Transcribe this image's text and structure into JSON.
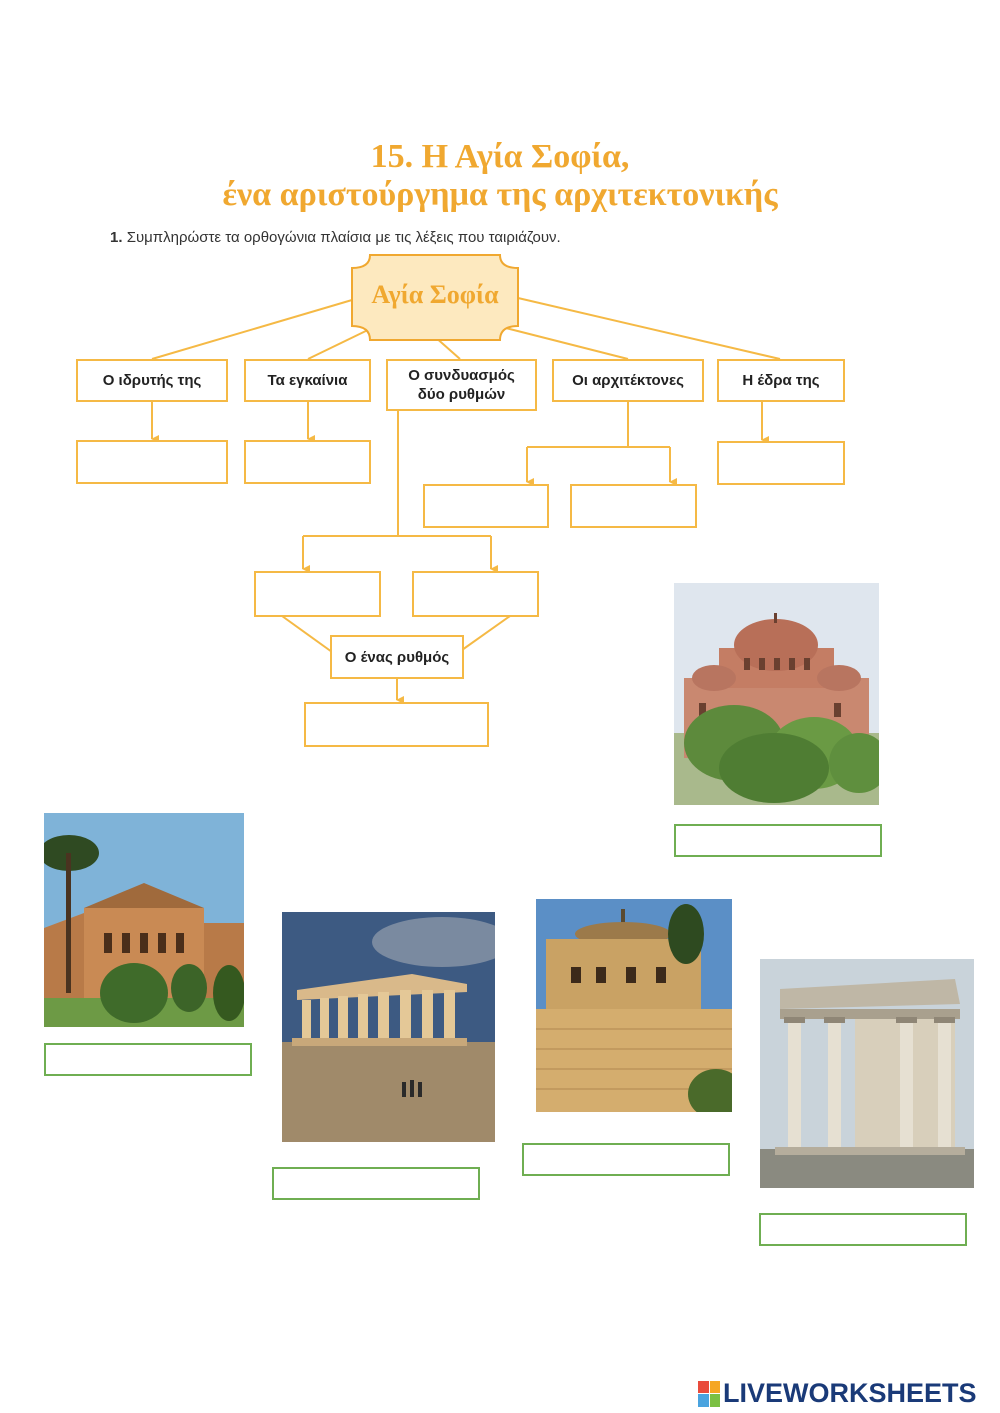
{
  "title": {
    "line1": "15. Η Αγία Σοφία,",
    "line2": "ένα αριστούργημα της αρχιτεκτονικής"
  },
  "instruction": {
    "number": "1.",
    "text": "Συμπληρώστε τα ορθογώνια πλαίσια με τις λέξεις που ταιριάζουν."
  },
  "center": "Αγία Σοφία",
  "categories": {
    "founder": "Ο ιδρυτής της",
    "inauguration": "Τα εγκαίνια",
    "combination_line1": "Ο συνδυασμός",
    "combination_line2": "δύο ρυθμών",
    "architects": "Οι αρχιτέκτονες",
    "seat": "Η έδρα της",
    "one_style": "Ο ένας ρυθμός"
  },
  "answers": {
    "founder": "",
    "inauguration": "",
    "architect_1": "",
    "architect_2": "",
    "seat": "",
    "style_1": "",
    "style_2": "",
    "one_style": "",
    "photo_hagia_sophia": "",
    "photo_basilica": "",
    "photo_parthenon": "",
    "photo_rotunda": "",
    "photo_ionic_temple": ""
  },
  "logo": "LIVEWORKSHEETS",
  "colors": {
    "accent_orange": "#f0a830",
    "box_border_orange": "#f5b945",
    "answer_border_green": "#6fae52",
    "logo_blue": "#1a3a78"
  }
}
